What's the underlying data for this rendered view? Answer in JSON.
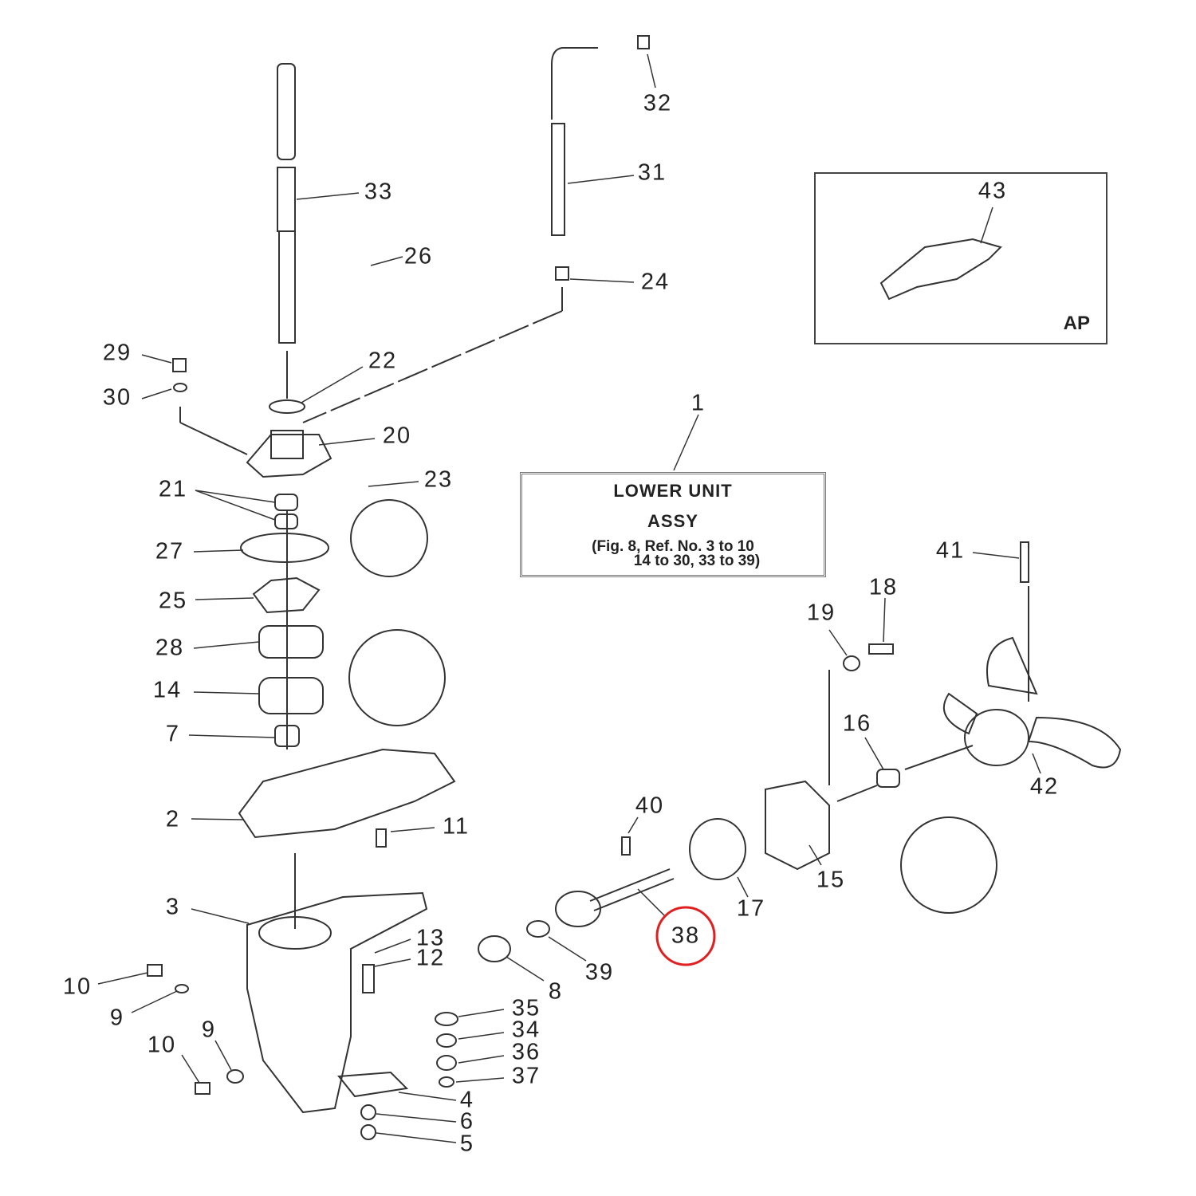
{
  "title_box": {
    "line1": "LOWER UNIT",
    "line2": "ASSY",
    "line3": "(Fig. 8, Ref. No. 3 to 10",
    "line4": "14 to 30, 33 to 39)"
  },
  "inset": {
    "code": "AP"
  },
  "highlight": {
    "part": "38",
    "color": "#e02020"
  },
  "callouts": [
    "32",
    "31",
    "33",
    "26",
    "24",
    "43",
    "29",
    "22",
    "30",
    "20",
    "1",
    "23",
    "21",
    "27",
    "25",
    "41",
    "18",
    "19",
    "28",
    "14",
    "16",
    "7",
    "42",
    "40",
    "2",
    "11",
    "15",
    "17",
    "3",
    "38",
    "13",
    "12",
    "39",
    "10",
    "8",
    "35",
    "9",
    "34",
    "10",
    "9",
    "36",
    "37",
    "4",
    "6",
    "5"
  ]
}
